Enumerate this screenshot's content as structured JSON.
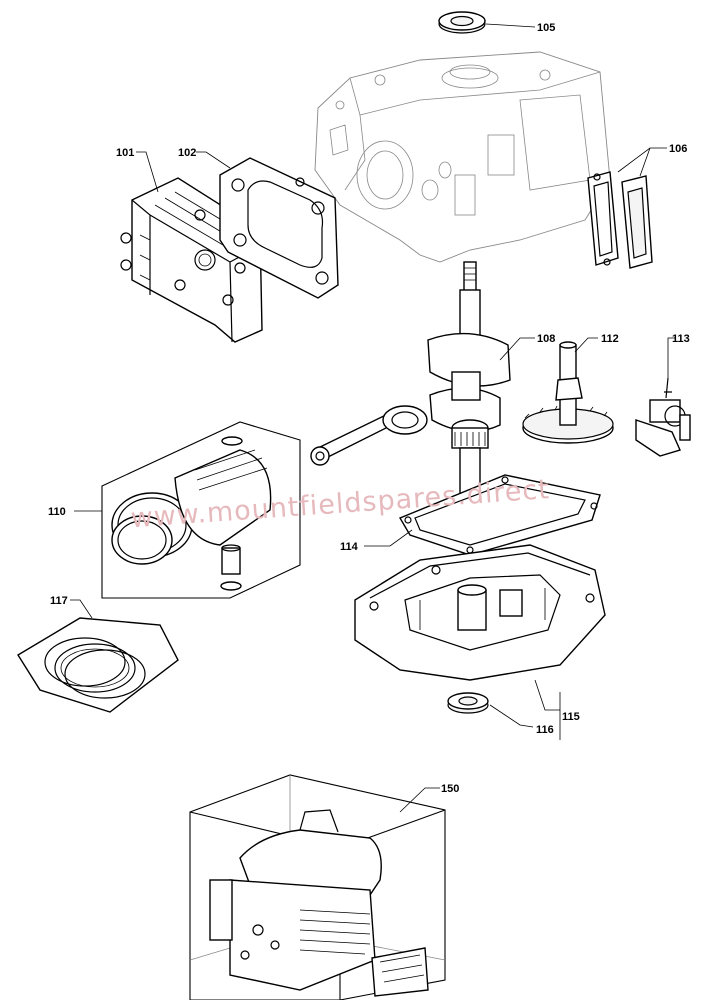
{
  "watermark": "www.mountfieldspares.direct",
  "parts": [
    {
      "id": "p105",
      "label": "105"
    },
    {
      "id": "p101",
      "label": "101"
    },
    {
      "id": "p102",
      "label": "102"
    },
    {
      "id": "p106",
      "label": "106"
    },
    {
      "id": "p108",
      "label": "108"
    },
    {
      "id": "p112",
      "label": "112"
    },
    {
      "id": "p113",
      "label": "113"
    },
    {
      "id": "p110",
      "label": "110"
    },
    {
      "id": "p114",
      "label": "114"
    },
    {
      "id": "p117",
      "label": "117"
    },
    {
      "id": "p115",
      "label": "115"
    },
    {
      "id": "p116",
      "label": "116"
    },
    {
      "id": "p150",
      "label": "150"
    }
  ]
}
